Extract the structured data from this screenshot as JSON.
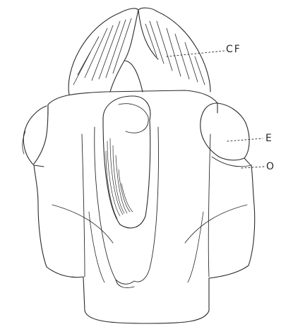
{
  "labels": {
    "cf": "CF",
    "e": "E",
    "o": "O"
  },
  "colors": {
    "ink": "#2a2a2a",
    "paper": "#ffffff"
  }
}
